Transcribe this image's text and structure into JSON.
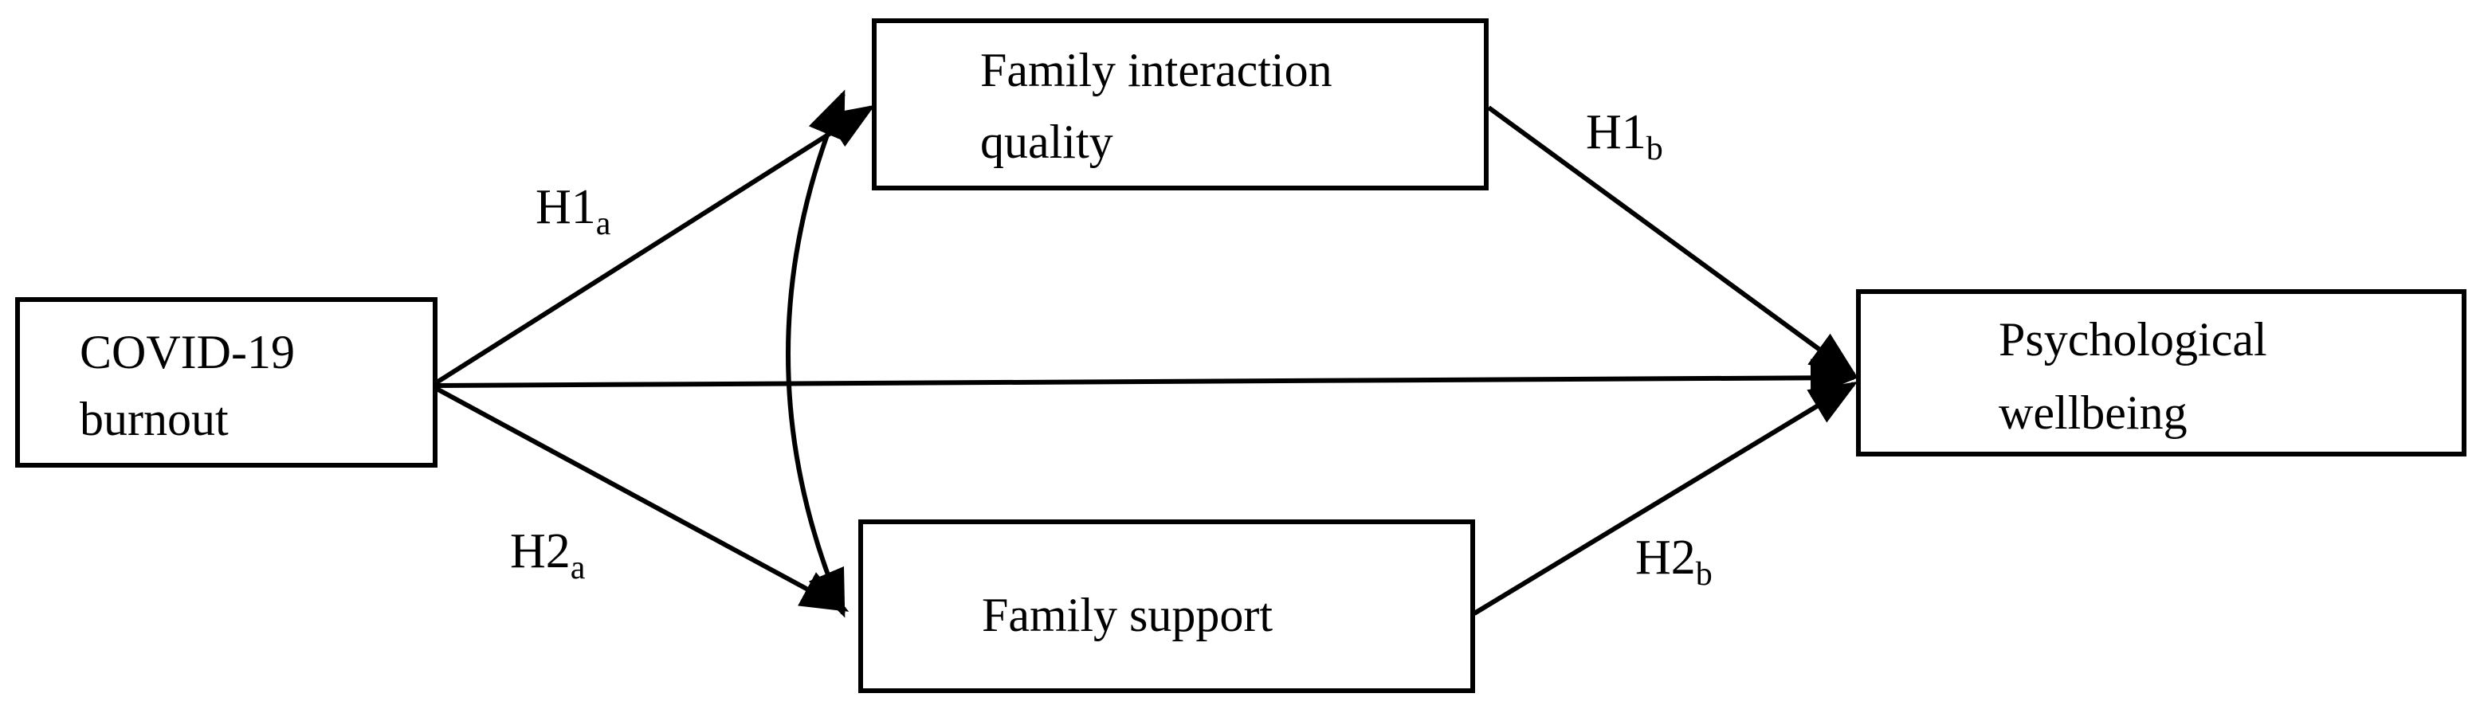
{
  "nodes": {
    "covid_burnout": {
      "line1": "COVID-19",
      "line2": "burnout"
    },
    "family_interaction": {
      "line1": "Family interaction",
      "line2": "quality"
    },
    "family_support": {
      "line1": "Family support"
    },
    "psych_wellbeing": {
      "line1": "Psychological",
      "line2": "wellbeing"
    }
  },
  "paths": {
    "h1a": {
      "main": "H1",
      "sub": "a"
    },
    "h1b": {
      "main": "H1",
      "sub": "b"
    },
    "h2a": {
      "main": "H2",
      "sub": "a"
    },
    "h2b": {
      "main": "H2",
      "sub": "b"
    }
  },
  "colors": {
    "stroke": "#000000",
    "background": "#ffffff"
  }
}
